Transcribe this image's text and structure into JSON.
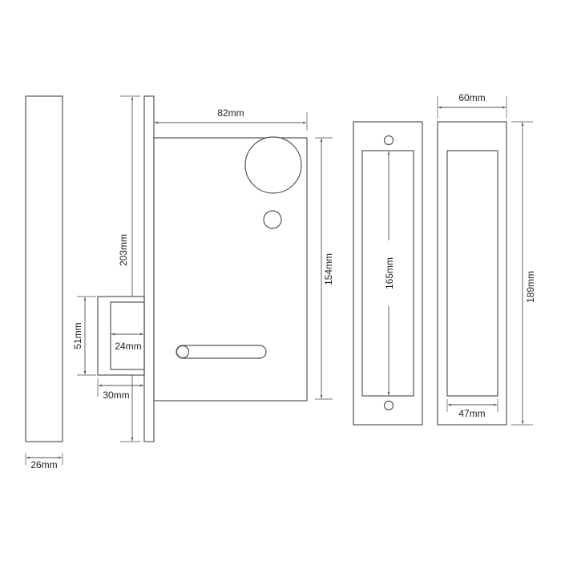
{
  "diagram": {
    "type": "technical-drawing",
    "subject": "sliding pocket door lock dimensions",
    "colors": {
      "line": "#555555",
      "text": "#222222",
      "background": "#ffffff"
    },
    "dimensions": {
      "edge_thickness": "26mm",
      "faceplate_height": "203mm",
      "body_width": "82mm",
      "body_height": "154mm",
      "latch_height": "51mm",
      "latch_inner_width": "24mm",
      "latch_depth": "30mm",
      "cutout_length": "165mm",
      "pull_width": "60mm",
      "pull_height": "189mm",
      "recess_width": "47mm"
    },
    "views": [
      {
        "name": "edge-view",
        "label_dims": [
          "26mm"
        ]
      },
      {
        "name": "side-view-lock-body",
        "label_dims": [
          "203mm",
          "82mm",
          "154mm",
          "51mm",
          "24mm",
          "30mm"
        ]
      },
      {
        "name": "front-plate-with-screws",
        "label_dims": [
          "165mm"
        ]
      },
      {
        "name": "flush-pull",
        "label_dims": [
          "60mm",
          "189mm",
          "47mm"
        ]
      }
    ]
  }
}
